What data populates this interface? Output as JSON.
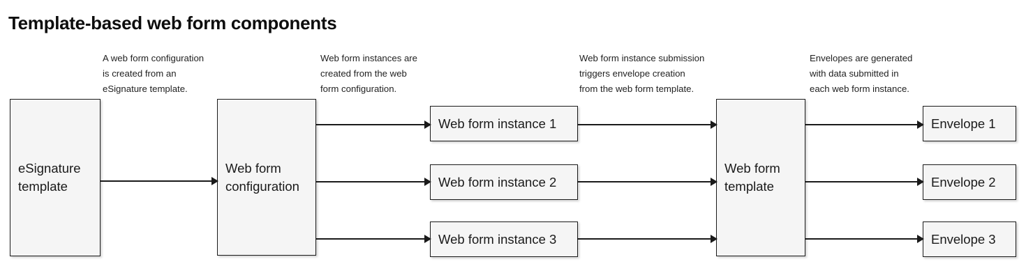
{
  "title": "Template-based web form components",
  "annotations": [
    {
      "id": "ann-1",
      "lines": [
        "A web form configuration",
        "is created from an",
        "eSignature template."
      ]
    },
    {
      "id": "ann-2",
      "lines": [
        "Web form instances are",
        "created from the web",
        "form configuration."
      ]
    },
    {
      "id": "ann-3",
      "lines": [
        "Web form instance submission",
        "triggers envelope creation",
        "from the web form template."
      ]
    },
    {
      "id": "ann-4",
      "lines": [
        "Envelopes are generated",
        "with data submitted in",
        "each web form instance."
      ]
    }
  ],
  "nodes": {
    "esignature_template": "eSignature\ntemplate",
    "web_form_config": "Web form\nconfiguration",
    "web_form_template": "Web form\ntemplate",
    "instances": [
      "Web form instance 1",
      "Web form instance 2",
      "Web form instance 3"
    ],
    "envelopes": [
      "Envelope 1",
      "Envelope 2",
      "Envelope 3"
    ]
  },
  "colors": {
    "node_fill": "#f5f5f5",
    "node_border": "#1a1a1a",
    "text": "#1a1a1a",
    "background": "#ffffff",
    "arrow": "#1a1a1a"
  },
  "chart_data": {
    "type": "diagram",
    "title": "Template-based web form components",
    "nodes": [
      {
        "id": "esignature-template",
        "label": "eSignature template",
        "column": 1
      },
      {
        "id": "web-form-configuration",
        "label": "Web form configuration",
        "column": 2
      },
      {
        "id": "web-form-instance-1",
        "label": "Web form instance 1",
        "column": 3
      },
      {
        "id": "web-form-instance-2",
        "label": "Web form instance 2",
        "column": 3
      },
      {
        "id": "web-form-instance-3",
        "label": "Web form instance 3",
        "column": 3
      },
      {
        "id": "web-form-template",
        "label": "Web form template",
        "column": 4
      },
      {
        "id": "envelope-1",
        "label": "Envelope 1",
        "column": 5
      },
      {
        "id": "envelope-2",
        "label": "Envelope 2",
        "column": 5
      },
      {
        "id": "envelope-3",
        "label": "Envelope 3",
        "column": 5
      }
    ],
    "edges": [
      {
        "from": "esignature-template",
        "to": "web-form-configuration"
      },
      {
        "from": "web-form-configuration",
        "to": "web-form-instance-1"
      },
      {
        "from": "web-form-configuration",
        "to": "web-form-instance-2"
      },
      {
        "from": "web-form-configuration",
        "to": "web-form-instance-3"
      },
      {
        "from": "web-form-instance-1",
        "to": "web-form-template"
      },
      {
        "from": "web-form-instance-2",
        "to": "web-form-template"
      },
      {
        "from": "web-form-instance-3",
        "to": "web-form-template"
      },
      {
        "from": "web-form-template",
        "to": "envelope-1"
      },
      {
        "from": "web-form-template",
        "to": "envelope-2"
      },
      {
        "from": "web-form-template",
        "to": "envelope-3"
      }
    ]
  }
}
